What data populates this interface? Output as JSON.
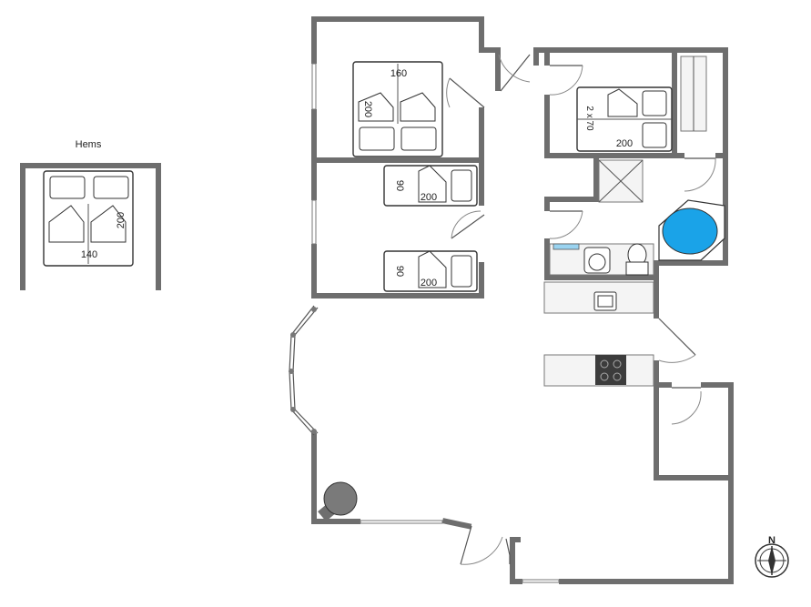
{
  "loft": {
    "title": "Hems",
    "bed_width": "140",
    "bed_length": "200"
  },
  "bedroom_main": {
    "bed_width": "160",
    "bed_length": "200"
  },
  "bedroom_single_1": {
    "bed_width": "90",
    "bed_length": "200"
  },
  "bedroom_single_2": {
    "bed_width": "90",
    "bed_length": "200"
  },
  "bedroom_twin": {
    "bed_width": "2 x 70",
    "bed_length": "200"
  },
  "compass": {
    "north_label": "N"
  },
  "colors": {
    "wall": "#6e6e6e",
    "bathtub_water": "#1aa3e8",
    "stove": "#3c3c3c",
    "fireplace": "#7a7a7a"
  }
}
